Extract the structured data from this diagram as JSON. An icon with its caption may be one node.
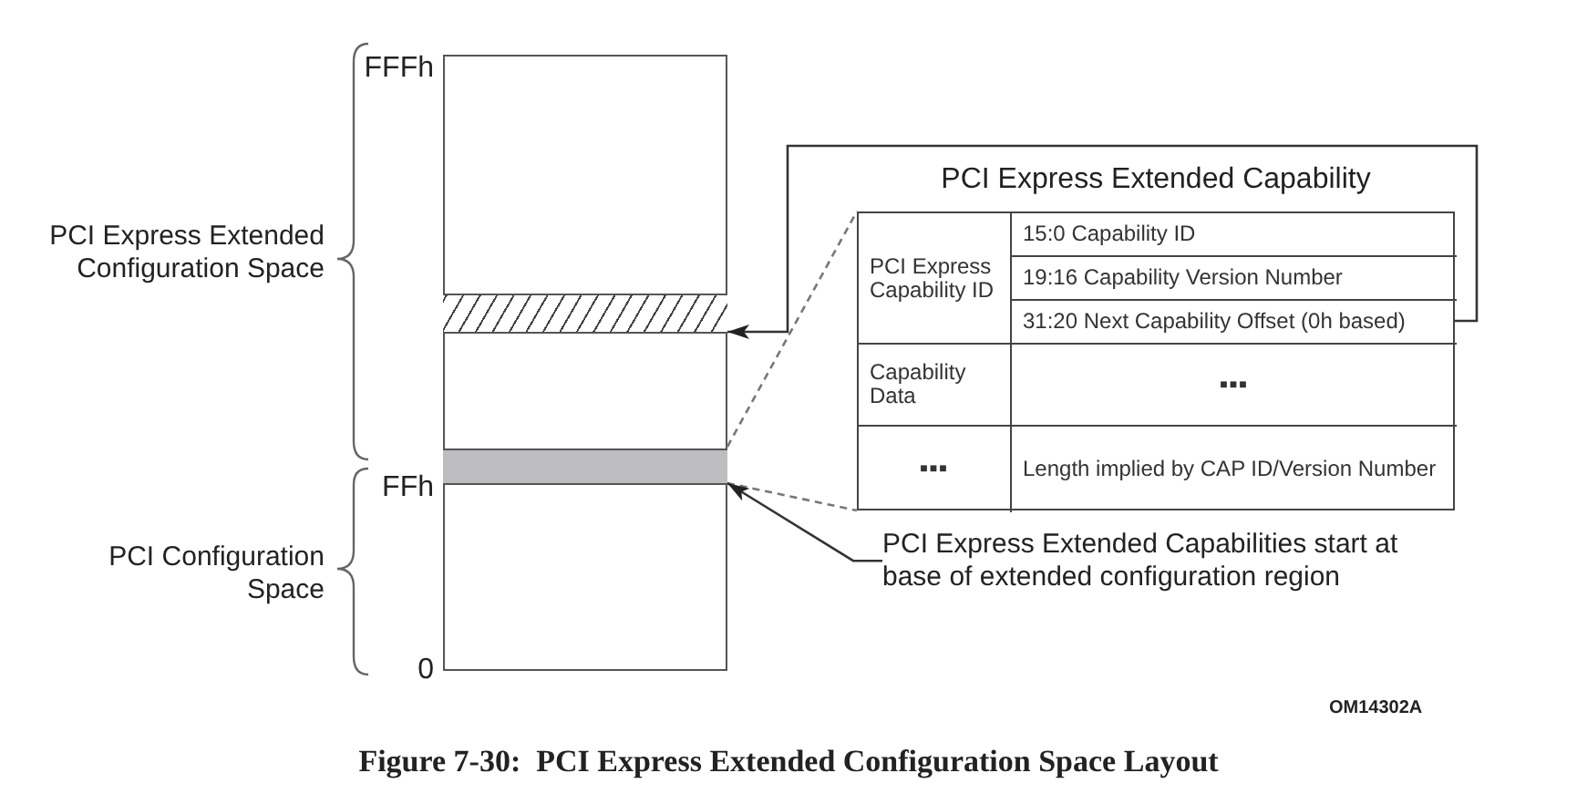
{
  "diagram": {
    "caption": "Figure 7-30:  PCI Express Extended Configuration Space Layout",
    "nodes": [
      {
        "text": [],
        "shape": "box"
      },
      {
        "text": [],
        "shape": "bar",
        "in": 0
      },
      {
        "text": [],
        "shape": "bar",
        "in": 0
      },
      {
        "text": [
          "PCI Express Extended Capability"
        ]
      },
      {
        "text": [
          "PCI Express Capability ID"
        ],
        "in": 3
      },
      {
        "text": [
          "15:0 Capability ID"
        ],
        "in": 3
      },
      {
        "text": [
          "19:16 Capability Version Number"
        ],
        "in": 3
      },
      {
        "text": [
          "31:20 Next Capability Offset (0h based)"
        ],
        "in": 3
      },
      {
        "text": [
          "Capability Data"
        ],
        "in": 3
      },
      {
        "text": [
          "■■■"
        ],
        "in": 3
      },
      {
        "text": [
          "■■■"
        ],
        "in": 3
      },
      {
        "text": [
          "Length implied by CAP ID/Version Number"
        ],
        "in": 3
      },
      {
        "text": [
          "PCI Express Extended Capabilities start at base of extended configuration region"
        ]
      }
    ],
    "edges": [
      {
        "from": 7,
        "to": 1,
        "arrow": "to"
      },
      {
        "from": 2,
        "to": 3,
        "arrow": "none",
        "style": "dashed"
      },
      {
        "from": 2,
        "to": 3,
        "arrow": "none",
        "style": "dashed"
      },
      {
        "from": 12,
        "to": 2,
        "arrow": "to"
      }
    ],
    "labels": [
      "FFFh",
      "PCI Express Extended Configuration Space",
      "FFh",
      "PCI Configuration Space",
      "0",
      "OM14302A"
    ]
  }
}
